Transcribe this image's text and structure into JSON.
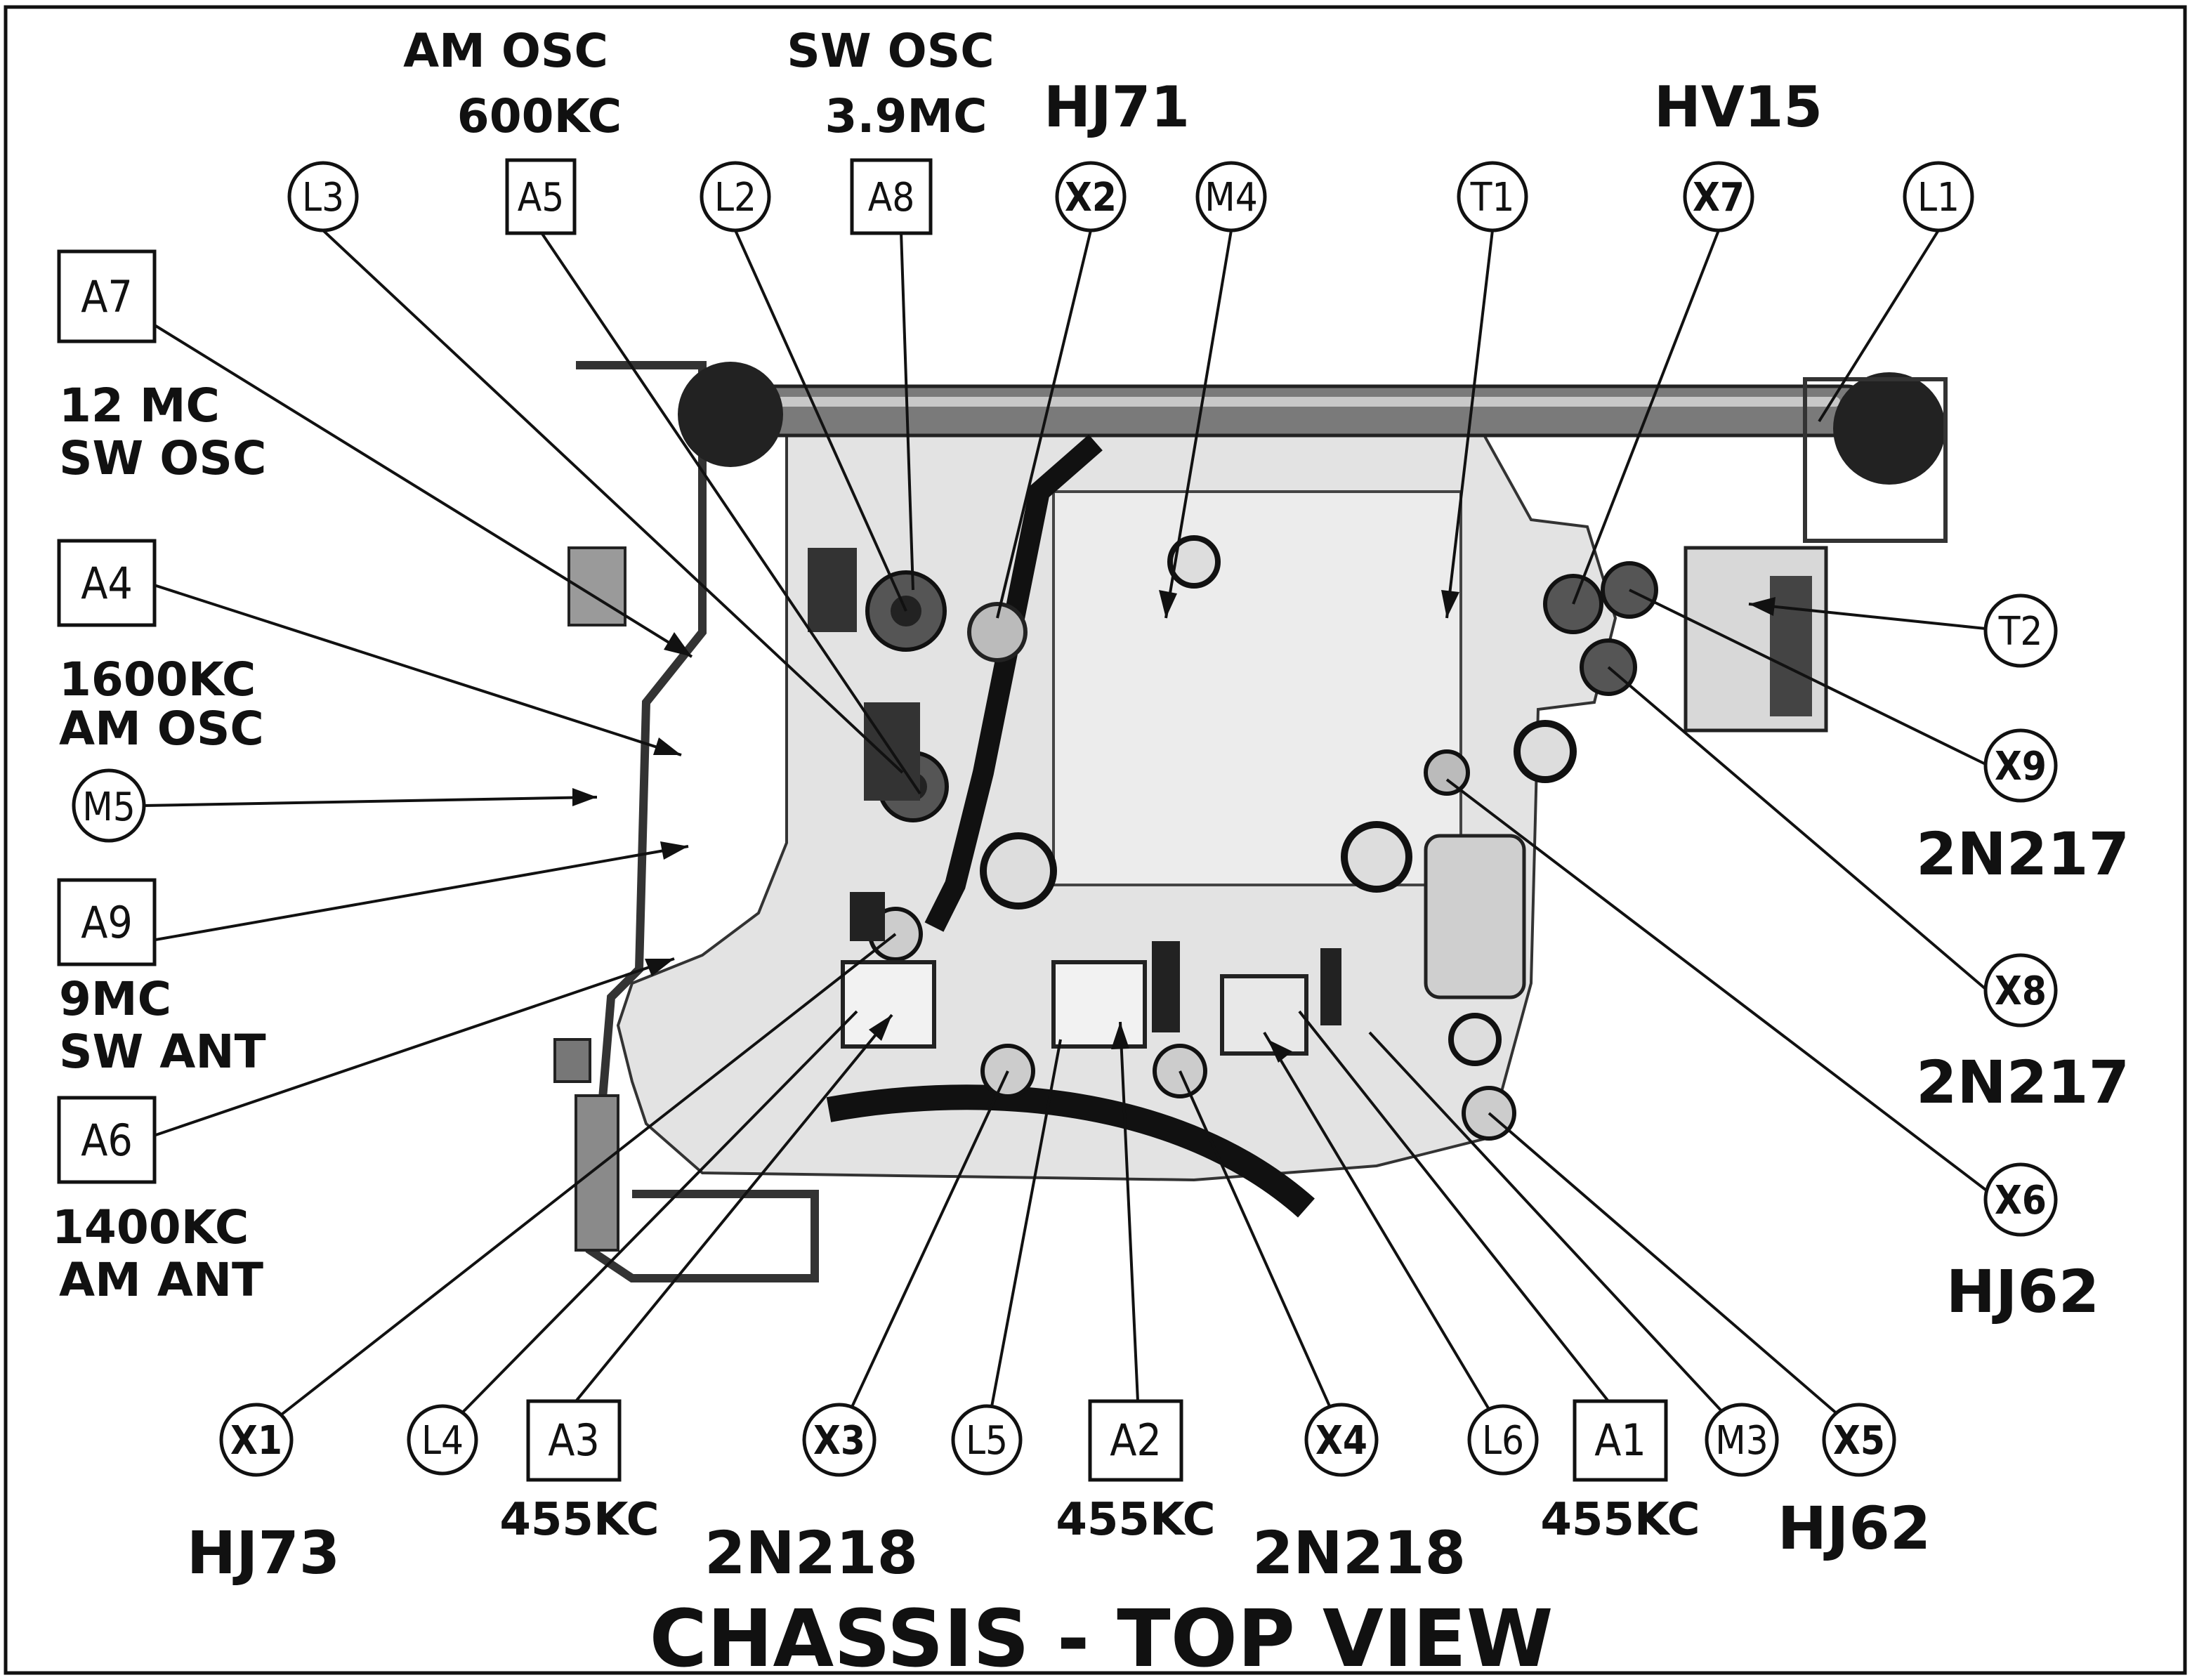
{
  "title": "CHASSIS - TOP VIEW",
  "labels": {
    "am_osc": "AM OSC",
    "am_osc_freq": "600KC",
    "sw_osc": "SW OSC",
    "sw_osc_freq": "3.9MC",
    "hj71": "HJ71",
    "hv15": "HV15",
    "a7_freq": "12 MC",
    "a7_func": "SW OSC",
    "a4_freq": "1600KC",
    "a4_func": "AM OSC",
    "a9_freq": "9MC",
    "a9_func": "SW ANT",
    "a6_freq": "1400KC",
    "a6_func": "AM ANT",
    "x9_type": "2N217",
    "x8_type": "2N217",
    "x6_type": "HJ62",
    "x1_type": "HJ73",
    "a3_freq": "455KC",
    "x3_type": "2N218",
    "a2_freq": "455KC",
    "x4_type": "2N218",
    "a1_freq": "455KC",
    "x5_type": "HJ62"
  },
  "callouts": {
    "L3": "L3",
    "A5": "A5",
    "L2": "L2",
    "A8": "A8",
    "X2": "X2",
    "M4": "M4",
    "T1": "T1",
    "X7": "X7",
    "L1": "L1",
    "A7": "A7",
    "A4": "A4",
    "M5": "M5",
    "A9": "A9",
    "A6": "A6",
    "T2": "T2",
    "X9": "X9",
    "X8": "X8",
    "X6": "X6",
    "X1": "X1",
    "L4": "L4",
    "A3": "A3",
    "X3": "X3",
    "L5": "L5",
    "A2": "A2",
    "X4": "X4",
    "L6": "L6",
    "A1": "A1",
    "M3": "M3",
    "X5": "X5"
  }
}
